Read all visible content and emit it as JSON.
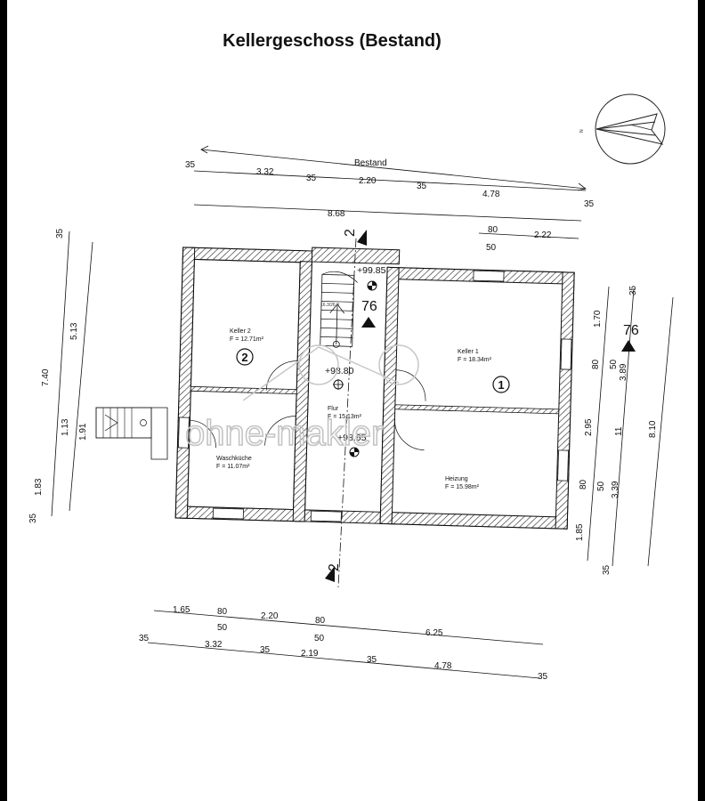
{
  "title": "Kellergeschoss (Bestand)",
  "compass": {
    "label": "N"
  },
  "watermark": "ohne-makler",
  "rooms": {
    "keller2": {
      "name": "Keller 2",
      "area": "F = 12.71m²",
      "number": "2"
    },
    "keller1": {
      "name": "Keller 1",
      "area": "F = 18.34m²",
      "number": "1"
    },
    "flur": {
      "name": "Flur",
      "area": "F = 15.13m²"
    },
    "waschkueche": {
      "name": "Waschküche",
      "area": "F = 11.07m²"
    },
    "heizung": {
      "name": "Heizung",
      "area": "F = 15.98m²"
    }
  },
  "levels": {
    "top": "+99.85",
    "mid": "+98.80",
    "low": "+98.65"
  },
  "stair_note": "16.3/26.0",
  "section_markers": {
    "top_2": "2",
    "bottom_2": "2",
    "mid_76": "76",
    "right_76": "76"
  },
  "dimensions": {
    "top": {
      "overall_label": "Bestand",
      "row1": [
        "35",
        "3.32",
        "35",
        "2.20",
        "35",
        "4.78"
      ],
      "row2": [
        "8.68",
        "35"
      ],
      "row3": [
        "80",
        "50",
        "2.22"
      ]
    },
    "left": [
      "35",
      "5.13",
      "7.40",
      "1.13",
      "1.91",
      "1.83",
      "35"
    ],
    "right": [
      "35",
      "1.70",
      "76",
      "80",
      "50",
      "3.89",
      "2.95",
      "11",
      "8.10",
      "80",
      "50",
      "3.39",
      "1.85",
      "35"
    ],
    "bottom": {
      "row1": [
        "1.65",
        "80",
        "50",
        "2.20",
        "80",
        "50",
        "6.25"
      ],
      "row2": [
        "35",
        "3.32",
        "35",
        "2.19",
        "35",
        "4.78",
        "35"
      ]
    }
  }
}
